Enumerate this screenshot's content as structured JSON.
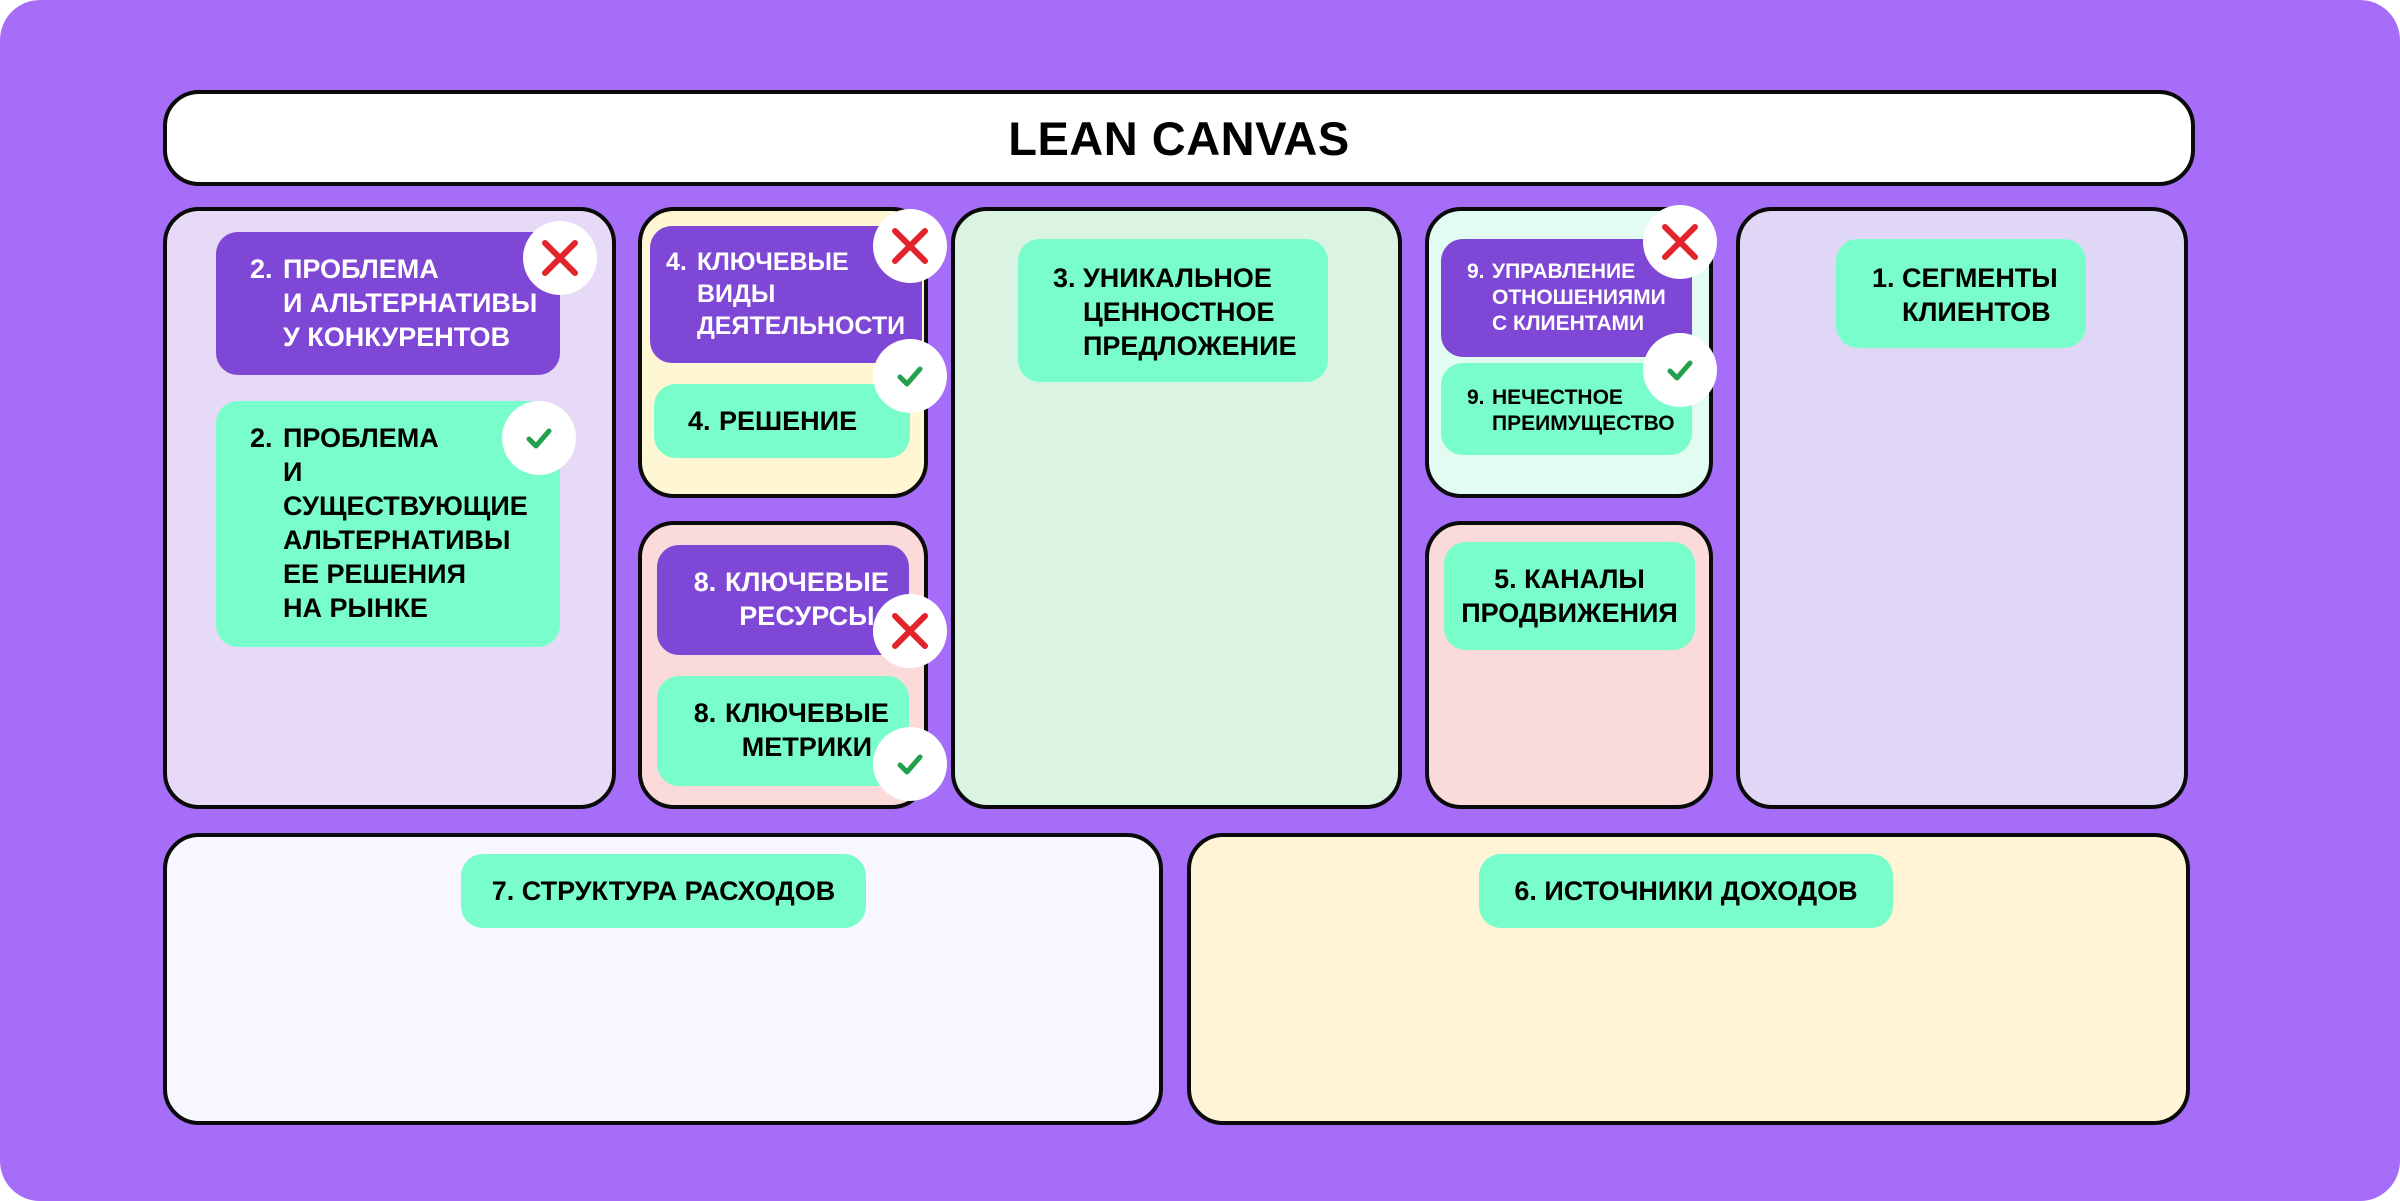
{
  "title": "LEAN CANVAS",
  "colors": {
    "background": "#A66DF8",
    "incorrect_card": "#7F47D5",
    "correct_card": "#79FDCA",
    "cross": "#E2232B",
    "check": "#22A04B"
  },
  "blocks": {
    "problem": {
      "incorrect": {
        "num": "2.",
        "text": "ПРОБЛЕМА\nИ АЛЬТЕРНАТИВЫ\nУ КОНКУРЕНТОВ",
        "status": "incorrect",
        "icon": "cross-icon"
      },
      "correct": {
        "num": "2.",
        "text": "ПРОБЛЕМА\nИ\nСУЩЕСТВУЮЩИЕ\nАЛЬТЕРНАТИВЫ\nЕЕ РЕШЕНИЯ\nНА РЫНКЕ",
        "status": "correct",
        "icon": "check-icon"
      }
    },
    "solution": {
      "incorrect": {
        "num": "4.",
        "text": "КЛЮЧЕВЫЕ\nВИДЫ\nДЕЯТЕЛЬНОСТИ",
        "status": "incorrect",
        "icon": "cross-icon"
      },
      "correct": {
        "num": "4.",
        "text": "РЕШЕНИЕ",
        "status": "correct",
        "icon": "check-icon"
      }
    },
    "metrics": {
      "incorrect": {
        "num": "8.",
        "text": "КЛЮЧЕВЫЕ\nРЕСУРСЫ",
        "status": "incorrect",
        "icon": "cross-icon"
      },
      "correct": {
        "num": "8.",
        "text": "КЛЮЧЕВЫЕ\nМЕТРИКИ",
        "status": "correct",
        "icon": "check-icon"
      }
    },
    "uvp": {
      "num": "3.",
      "text": "УНИКАЛЬНОЕ\nЦЕННОСТНОЕ\nПРЕДЛОЖЕНИЕ"
    },
    "advantage": {
      "incorrect": {
        "num": "9.",
        "text": "УПРАВЛЕНИЕ\nОТНОШЕНИЯМИ\nС КЛИЕНТАМИ",
        "status": "incorrect",
        "icon": "cross-icon"
      },
      "correct": {
        "num": "9.",
        "text": "НЕЧЕСТНОЕ\nПРЕИМУЩЕСТВО",
        "status": "correct",
        "icon": "check-icon"
      }
    },
    "channels": {
      "text": "5. КАНАЛЫ\nПРОДВИЖЕНИЯ"
    },
    "segments": {
      "num": "1.",
      "text": "СЕГМЕНТЫ\nКЛИЕНТОВ"
    },
    "costs": {
      "text": "7. СТРУКТУРА РАСХОДОВ"
    },
    "revenue": {
      "text": "6. ИСТОЧНИКИ ДОХОДОВ"
    }
  }
}
